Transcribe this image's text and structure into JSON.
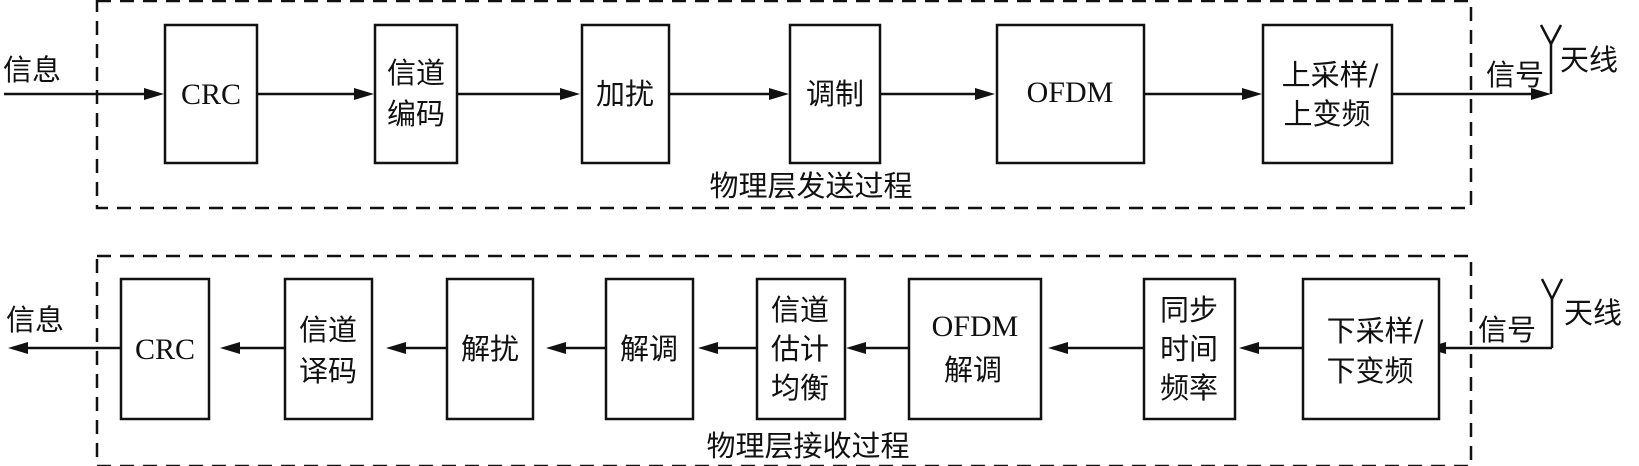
{
  "diagram": {
    "title": "Physical layer transmit/receive processing chain",
    "transmit": {
      "group_label": "物理层发送过程",
      "input_label": "信息",
      "output_label": "信号",
      "antenna_label": "天线",
      "blocks": [
        {
          "id": "tx-crc",
          "lines": [
            "CRC"
          ]
        },
        {
          "id": "tx-channel-coding",
          "lines": [
            "信道",
            "编码"
          ]
        },
        {
          "id": "tx-scrambling",
          "lines": [
            "加扰"
          ]
        },
        {
          "id": "tx-modulation",
          "lines": [
            "调制"
          ]
        },
        {
          "id": "tx-ofdm",
          "lines": [
            "OFDM"
          ]
        },
        {
          "id": "tx-upsample-upconvert",
          "lines": [
            "上采样/",
            "上变频"
          ]
        }
      ]
    },
    "receive": {
      "group_label": "物理层接收过程",
      "output_label": "信息",
      "input_label": "信号",
      "antenna_label": "天线",
      "blocks": [
        {
          "id": "rx-crc",
          "lines": [
            "CRC"
          ]
        },
        {
          "id": "rx-channel-decoding",
          "lines": [
            "信道",
            "译码"
          ]
        },
        {
          "id": "rx-descrambling",
          "lines": [
            "解扰"
          ]
        },
        {
          "id": "rx-demodulation",
          "lines": [
            "解调"
          ]
        },
        {
          "id": "rx-channel-estimation-equalization",
          "lines": [
            "信道",
            "估计",
            "均衡"
          ]
        },
        {
          "id": "rx-ofdm-demod",
          "lines": [
            "OFDM",
            "解调"
          ]
        },
        {
          "id": "rx-sync-time-freq",
          "lines": [
            "同步",
            "时间",
            "频率"
          ]
        },
        {
          "id": "rx-downsample-downconvert",
          "lines": [
            "下采样/",
            "下变频"
          ]
        }
      ]
    }
  }
}
